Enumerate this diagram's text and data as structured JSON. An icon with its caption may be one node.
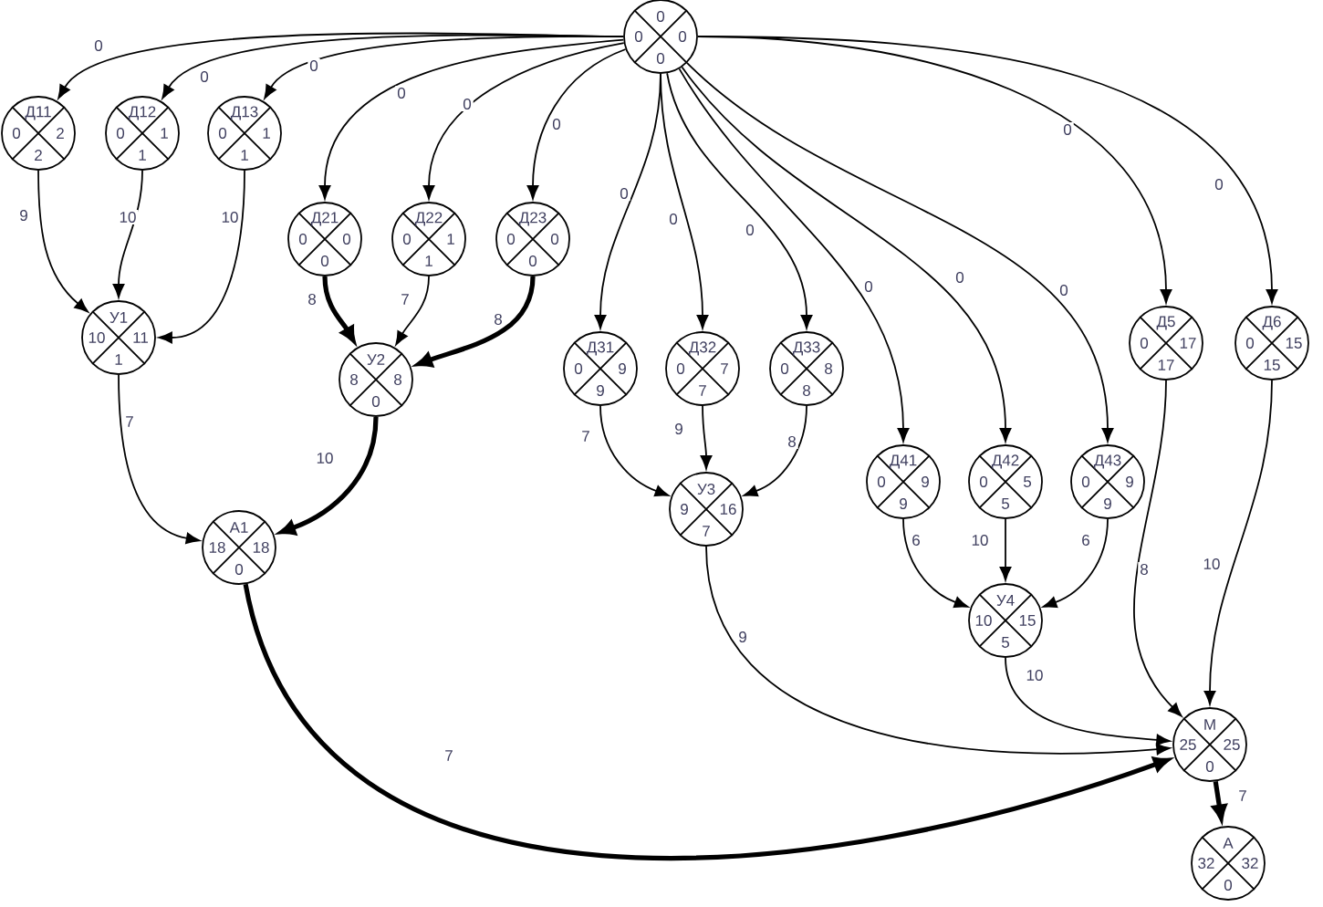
{
  "diagram": {
    "nodes": [
      {
        "text": [
          "0",
          "0",
          "0",
          "0"
        ]
      },
      {
        "text": [
          "Д11",
          "0",
          "2",
          "2"
        ]
      },
      {
        "text": [
          "Д12",
          "0",
          "1",
          "1"
        ]
      },
      {
        "text": [
          "Д13",
          "0",
          "1",
          "1"
        ]
      },
      {
        "text": [
          "Д21",
          "0",
          "0",
          "0"
        ]
      },
      {
        "text": [
          "Д22",
          "0",
          "1",
          "1"
        ]
      },
      {
        "text": [
          "Д23",
          "0",
          "0",
          "0"
        ]
      },
      {
        "text": [
          "Д31",
          "0",
          "9",
          "9"
        ]
      },
      {
        "text": [
          "Д32",
          "0",
          "7",
          "7"
        ]
      },
      {
        "text": [
          "Д33",
          "0",
          "8",
          "8"
        ]
      },
      {
        "text": [
          "Д41",
          "0",
          "9",
          "9"
        ]
      },
      {
        "text": [
          "Д42",
          "0",
          "5",
          "5"
        ]
      },
      {
        "text": [
          "Д43",
          "0",
          "9",
          "9"
        ]
      },
      {
        "text": [
          "Д5",
          "0",
          "17",
          "17"
        ]
      },
      {
        "text": [
          "Д6",
          "0",
          "15",
          "15"
        ]
      },
      {
        "text": [
          "У1",
          "10",
          "11",
          "1"
        ]
      },
      {
        "text": [
          "У2",
          "8",
          "8",
          "0"
        ]
      },
      {
        "text": [
          "У3",
          "9",
          "16",
          "7"
        ]
      },
      {
        "text": [
          "У4",
          "10",
          "15",
          "5"
        ]
      },
      {
        "text": [
          "А1",
          "18",
          "18",
          "0"
        ]
      },
      {
        "text": [
          "М",
          "25",
          "25",
          "0"
        ]
      },
      {
        "text": [
          "А",
          "32",
          "32",
          "0"
        ]
      }
    ],
    "edges": [
      {
        "from": 0,
        "to": 1,
        "arrow": "to",
        "label": "0"
      },
      {
        "from": 0,
        "to": 2,
        "arrow": "to",
        "label": "0"
      },
      {
        "from": 0,
        "to": 3,
        "arrow": "to",
        "label": "0"
      },
      {
        "from": 0,
        "to": 4,
        "arrow": "to",
        "label": "0"
      },
      {
        "from": 0,
        "to": 5,
        "arrow": "to",
        "label": "0"
      },
      {
        "from": 0,
        "to": 6,
        "arrow": "to",
        "label": "0"
      },
      {
        "from": 0,
        "to": 7,
        "arrow": "to",
        "label": "0"
      },
      {
        "from": 0,
        "to": 8,
        "arrow": "to",
        "label": "0"
      },
      {
        "from": 0,
        "to": 9,
        "arrow": "to",
        "label": "0"
      },
      {
        "from": 0,
        "to": 10,
        "arrow": "to",
        "label": "0"
      },
      {
        "from": 0,
        "to": 11,
        "arrow": "to",
        "label": "0"
      },
      {
        "from": 0,
        "to": 12,
        "arrow": "to",
        "label": "0"
      },
      {
        "from": 0,
        "to": 13,
        "arrow": "to",
        "label": "0"
      },
      {
        "from": 0,
        "to": 14,
        "arrow": "to",
        "label": "0"
      },
      {
        "from": 1,
        "to": 15,
        "arrow": "to",
        "label": "9"
      },
      {
        "from": 2,
        "to": 15,
        "arrow": "to",
        "label": "10"
      },
      {
        "from": 3,
        "to": 15,
        "arrow": "to",
        "label": "10"
      },
      {
        "from": 4,
        "to": 16,
        "arrow": "to",
        "label": "8",
        "style": "thick"
      },
      {
        "from": 5,
        "to": 16,
        "arrow": "to",
        "label": "7"
      },
      {
        "from": 6,
        "to": 16,
        "arrow": "to",
        "label": "8",
        "style": "thick"
      },
      {
        "from": 7,
        "to": 17,
        "arrow": "to",
        "label": "7"
      },
      {
        "from": 8,
        "to": 17,
        "arrow": "to",
        "label": "9"
      },
      {
        "from": 9,
        "to": 17,
        "arrow": "to",
        "label": "8"
      },
      {
        "from": 10,
        "to": 18,
        "arrow": "to",
        "label": "6"
      },
      {
        "from": 11,
        "to": 18,
        "arrow": "to",
        "label": "10"
      },
      {
        "from": 12,
        "to": 18,
        "arrow": "to",
        "label": "6"
      },
      {
        "from": 15,
        "to": 19,
        "arrow": "to",
        "label": "7"
      },
      {
        "from": 16,
        "to": 19,
        "arrow": "to",
        "label": "10",
        "style": "thick"
      },
      {
        "from": 17,
        "to": 20,
        "arrow": "to",
        "label": "9"
      },
      {
        "from": 18,
        "to": 20,
        "arrow": "to",
        "label": "10"
      },
      {
        "from": 13,
        "to": 20,
        "arrow": "to",
        "label": "8"
      },
      {
        "from": 14,
        "to": 20,
        "arrow": "to",
        "label": "10"
      },
      {
        "from": 19,
        "to": 20,
        "arrow": "to",
        "label": "7",
        "style": "thick"
      },
      {
        "from": 20,
        "to": 21,
        "arrow": "to",
        "label": "7",
        "style": "thick"
      }
    ]
  }
}
